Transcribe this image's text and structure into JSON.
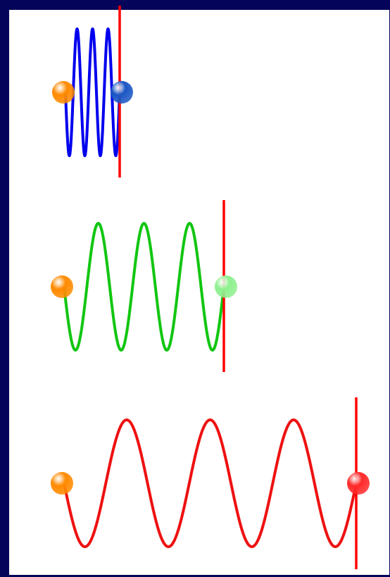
{
  "colors": {
    "frame": "#04045a",
    "panel": "#ffffff",
    "source_ball": "#ff8a00",
    "barrier": "#ff0000"
  },
  "waves": [
    {
      "name": "blue",
      "color": "#0000ee",
      "end_ball_color": "#1a56c4",
      "half_cycles": 7
    },
    {
      "name": "green",
      "color": "#11c611",
      "end_ball_color": "#8ef08e",
      "half_cycles": 7
    },
    {
      "name": "red",
      "color": "#ee1111",
      "end_ball_color": "#ff2a2a",
      "half_cycles": 7
    }
  ]
}
